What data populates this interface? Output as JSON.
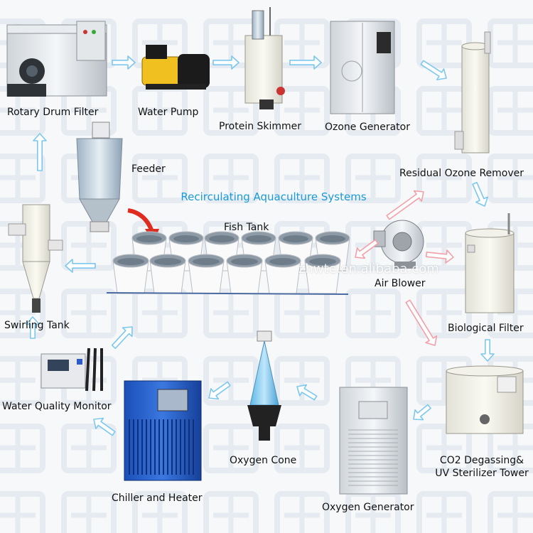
{
  "title": "Recirculating Aquaculture Systems",
  "watermark": "zhwte.en.alibaba.com",
  "colors": {
    "arrow_blue": "#7cc7ee",
    "arrow_red": "#f2a0a8",
    "accent_red": "#e02b20",
    "title_blue": "#1a9ad6"
  },
  "labels": {
    "rotary_drum_filter": "Rotary Drum Filter",
    "water_pump": "Water Pump",
    "protein_skimmer": "Protein Skimmer",
    "ozone_generator": "Ozone Generator",
    "residual_ozone_remover": "Residual Ozone Remover",
    "feeder": "Feeder",
    "fish_tank": "Fish Tank",
    "air_blower": "Air Blower",
    "biological_filter": "Biological Filter",
    "swirling_tank": "Swirling Tank",
    "water_quality_monitor": "Water Quality Monitor",
    "co2_line1": "CO2 Degassing&",
    "co2_line2": "UV Sterilizer Tower",
    "oxygen_cone": "Oxygen Cone",
    "chiller_heater": "Chiller and Heater",
    "oxygen_generator": "Oxygen Generator"
  }
}
